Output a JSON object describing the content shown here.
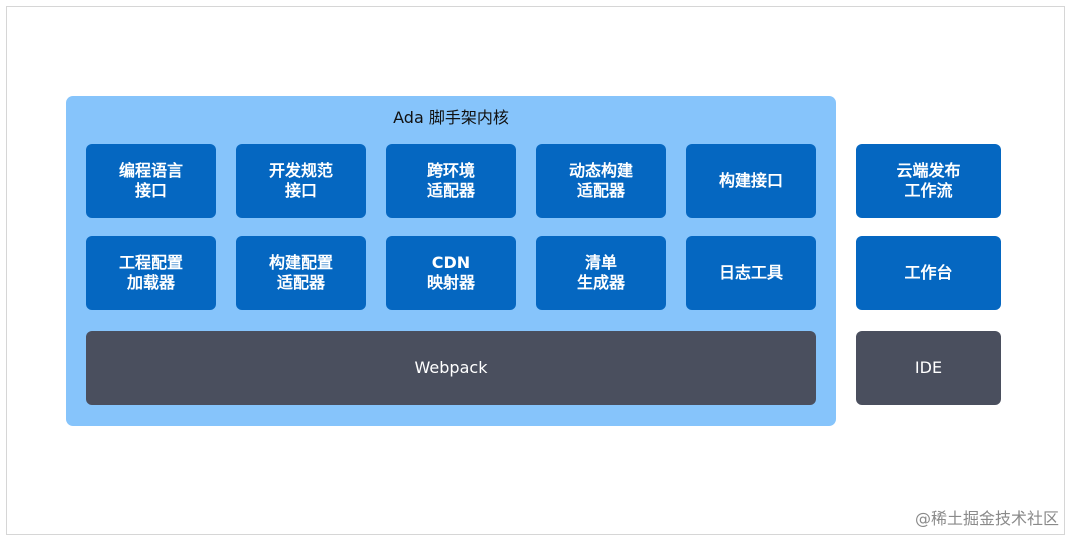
{
  "core": {
    "title": "Ada 脚手架内核",
    "row1": [
      "编程语言\n接口",
      "开发规范\n接口",
      "跨环境\n适配器",
      "动态构建\n适配器",
      "构建接口"
    ],
    "row2": [
      "工程配置\n加载器",
      "构建配置\n适配器",
      "CDN\n映射器",
      "清单\n生成器",
      "日志工具"
    ],
    "base": "Webpack"
  },
  "side": {
    "cloud": "云端发布\n工作流",
    "workbench": "工作台",
    "ide": "IDE"
  },
  "watermark": "@稀土掘金技术社区",
  "colors": {
    "core_bg": "#86c4fb",
    "module_bg": "#0567c1",
    "base_bg": "#4a4f5e"
  }
}
